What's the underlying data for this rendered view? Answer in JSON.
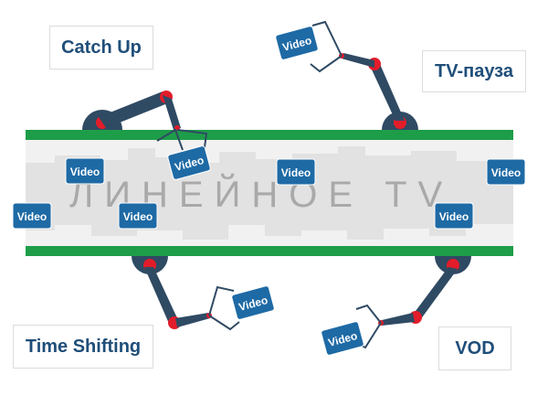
{
  "labels": {
    "catch_up": "Catch Up",
    "tv_pause": "TV-пауза",
    "time_shifting": "Time Shifting",
    "vod": "VOD"
  },
  "conveyor": {
    "watermark": "ЛИНЕЙНОЕ ТV",
    "video_label": "Video"
  },
  "colors": {
    "label_text": "#1f4e79",
    "video_tile": "#1e6aa5",
    "belt_green": "#1e9d49",
    "belt_fill": "#e9e9e9",
    "robot_arm": "#2f4a63",
    "joint_red": "#e31c2a"
  },
  "icons": [
    "robot-arm-icon",
    "video-tile-icon"
  ]
}
